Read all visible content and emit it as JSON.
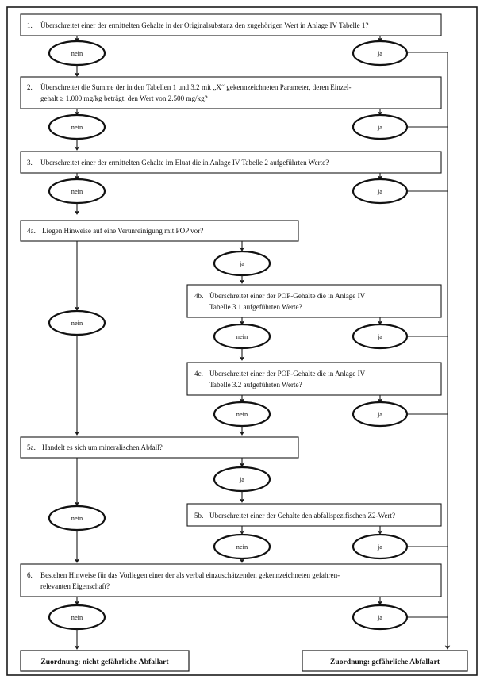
{
  "diagram": {
    "title": "Entscheidungsbaum Abfalleinstufung",
    "language": "de",
    "frame_color": "#1a1a1a",
    "box_fill": "#ffffff",
    "text_color": "#111111"
  },
  "labels": {
    "yes": "ja",
    "no": "nein"
  },
  "questions": [
    {
      "id": "q1",
      "number": "1.",
      "lines": [
        "Überschreitet einer der ermittelten Gehalte in der Originalsubstanz den zugehörigen Wert in Anlage IV Tabelle 1?"
      ]
    },
    {
      "id": "q2",
      "number": "2.",
      "lines": [
        "Überschreitet die Summe der in den Tabellen 1 und 3.2 mit „X“ gekennzeichneten Parameter, deren Einzel-",
        "gehalt ≥ 1.000 mg/kg beträgt, den Wert von 2.500 mg/kg?"
      ]
    },
    {
      "id": "q3",
      "number": "3.",
      "lines": [
        "Überschreitet einer der ermittelten Gehalte im Eluat die in Anlage IV Tabelle 2 aufgeführten Werte?"
      ]
    },
    {
      "id": "q4a",
      "number": "4a.",
      "lines": [
        "Liegen Hinweise auf eine Verunreinigung mit POP vor?"
      ]
    },
    {
      "id": "q4b",
      "number": "4b.",
      "lines": [
        "Überschreitet einer der POP-Gehalte die in Anlage IV",
        "Tabelle 3.1 aufgeführten Werte?"
      ]
    },
    {
      "id": "q4c",
      "number": "4c.",
      "lines": [
        "Überschreitet einer der POP-Gehalte die in Anlage IV",
        "Tabelle 3.2 aufgeführten Werte?"
      ]
    },
    {
      "id": "q5a",
      "number": "5a.",
      "lines": [
        "Handelt es sich um mineralischen Abfall?"
      ]
    },
    {
      "id": "q5b",
      "number": "5b.",
      "lines": [
        "Überschreitet einer der Gehalte den abfallspezifischen Z2-Wert?"
      ]
    },
    {
      "id": "q6",
      "number": "6.",
      "lines": [
        "Bestehen Hinweise für das Vorliegen einer der als verbal einzuschätzenden gekennzeichneten gefahren-",
        "relevanten Eigenschaft?"
      ]
    }
  ],
  "decisions": [
    {
      "id": "d1-no",
      "label": "nein"
    },
    {
      "id": "d1-yes",
      "label": "ja"
    },
    {
      "id": "d2-no",
      "label": "nein"
    },
    {
      "id": "d2-yes",
      "label": "ja"
    },
    {
      "id": "d3-no",
      "label": "nein"
    },
    {
      "id": "d3-yes",
      "label": "ja"
    },
    {
      "id": "d4a-yes",
      "label": "ja"
    },
    {
      "id": "d4a-no",
      "label": "nein"
    },
    {
      "id": "d4b-no",
      "label": "nein"
    },
    {
      "id": "d4b-yes",
      "label": "ja"
    },
    {
      "id": "d4c-no",
      "label": "nein"
    },
    {
      "id": "d4c-yes",
      "label": "ja"
    },
    {
      "id": "d5a-yes",
      "label": "ja"
    },
    {
      "id": "d5a-no",
      "label": "nein"
    },
    {
      "id": "d5b-no",
      "label": "nein"
    },
    {
      "id": "d5b-yes",
      "label": "ja"
    },
    {
      "id": "d6-no",
      "label": "nein"
    },
    {
      "id": "d6-yes",
      "label": "ja"
    }
  ],
  "results": [
    {
      "id": "result-not-hazardous",
      "label": "Zuordnung: nicht gefährliche Abfallart"
    },
    {
      "id": "result-hazardous",
      "label": "Zuordnung: gefährliche Abfallart"
    }
  ]
}
